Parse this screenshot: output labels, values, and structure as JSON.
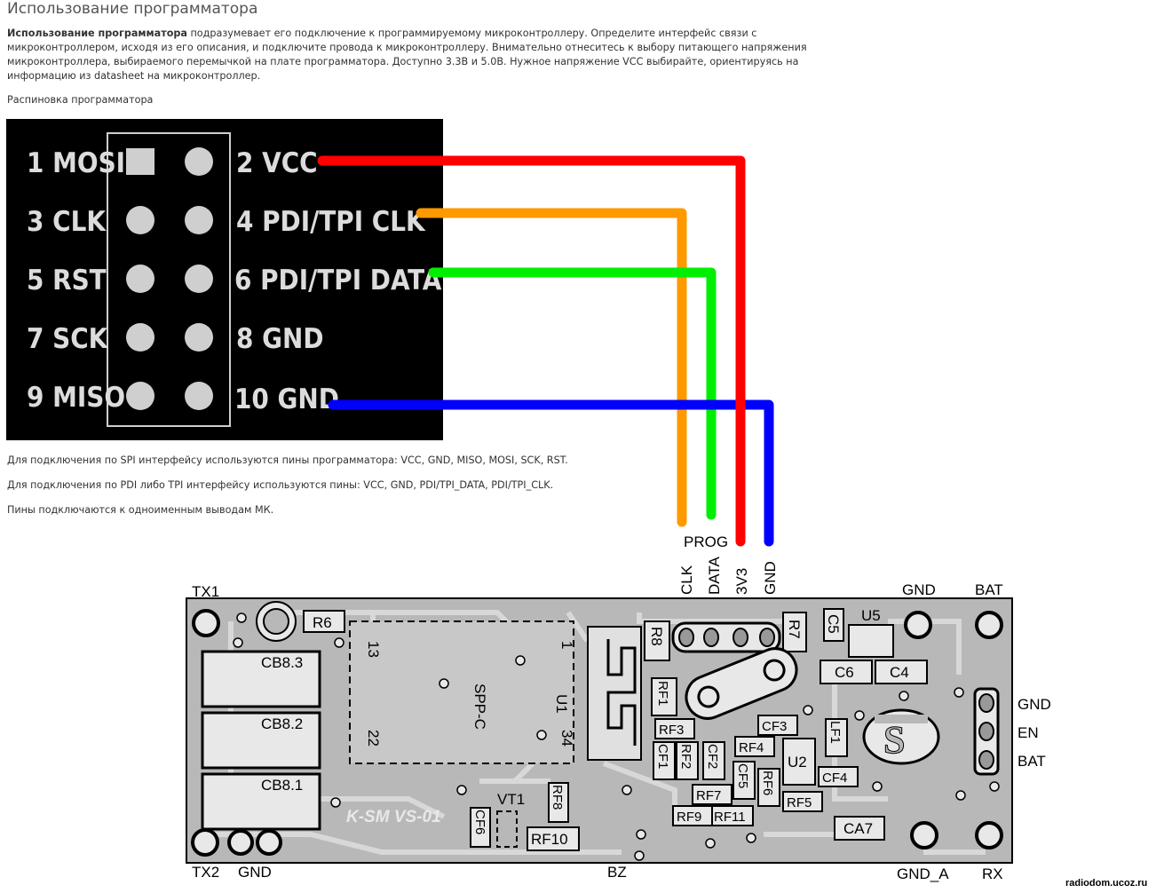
{
  "page": {
    "title": "Использование программатора",
    "intro_bold": "Использование программатора",
    "intro_text": " подразумевает его подключение к программируемому микроконтроллеру. Определите интерфейс связи с микроконтроллером, исходя из его описания, и подключите провода к микроконтроллеру. Внимательно отнеситесь к выбору питающего напряжения микроконтроллера, выбираемого перемычкой на плате программатора. Доступно 3.3В и 5.0В. Нужное напряжение VCC выбирайте, ориентируясь на информацию из datasheet на микроконтроллер.",
    "pinout_caption": "Распиновка программатора",
    "spi_text": "Для подключения по SPI интерфейсу используются пины программатора: VCC, GND, MISO, MOSI, SCK, RST.",
    "pdi_text": "Для подключения по PDI либо TPI интерфейсу используются пины: VCC, GND, PDI/TPI_DATA, PDI/TPI_CLK.",
    "pins_text": "Пины подключаются к одноименным выводам МК."
  },
  "connector": {
    "left_labels": [
      "1 MOSI",
      "3 CLK",
      "5 RST",
      "7 SCK",
      "9 MISO"
    ],
    "right_labels": [
      "2 VCC",
      "4 PDI/TPI CLK",
      "6 PDI/TPI DATA",
      "8 GND",
      "10 GND"
    ]
  },
  "wires": {
    "colors": {
      "vcc": "#ff0000",
      "clk": "#ff9900",
      "data": "#00ee00",
      "gnd": "#0000ff"
    }
  },
  "pcb": {
    "prog_label": "PROG",
    "prog_pins": [
      "CLK",
      "DATA",
      "3V3",
      "GND"
    ],
    "top_labels": {
      "tx1": "TX1",
      "gnd": "GND",
      "bat": "BAT"
    },
    "bottom_labels": {
      "tx2": "TX2",
      "gnd": "GND",
      "bz": "BZ",
      "gnd_a": "GND_A",
      "rx": "RX"
    },
    "side_labels": [
      "GND",
      "EN",
      "BAT"
    ],
    "components": {
      "r6": "R6",
      "r8": "R8",
      "r7": "R7",
      "c5": "C5",
      "u5": "U5",
      "c6": "C6",
      "c4": "C4",
      "cb83": "CB8.3",
      "cb82": "CB8.2",
      "cb81": "CB8.1",
      "spp": "SPP-C",
      "u1": "U1",
      "p13": "13",
      "p1": "1",
      "p22": "22",
      "p34": "34",
      "rf1": "RF1",
      "rf3": "RF3",
      "cf1": "CF1",
      "rf2": "RF2",
      "cf2": "CF2",
      "cf3": "CF3",
      "rf4": "RF4",
      "lf1": "LF1",
      "u2": "U2",
      "cf5": "CF5",
      "rf6": "RF6",
      "cf4": "CF4",
      "rf7": "RF7",
      "rf5": "RF5",
      "rf9": "RF9",
      "rf11": "RF11",
      "rf8": "RF8",
      "vt1": "VT1",
      "cf6": "CF6",
      "rf10": "RF10",
      "ca7": "CA7",
      "board_id": "K-SM VS-01"
    }
  },
  "watermark": "radiodom.ucoz.ru"
}
